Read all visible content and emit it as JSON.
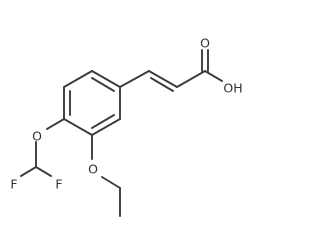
{
  "molecule": {
    "atom_labels": {
      "O_carbonyl": "O",
      "OH": "OH",
      "O_ether_top": "O",
      "F_left": "F",
      "F_right": "F",
      "O_ether_bottom": "O"
    },
    "colors": {
      "bond": "#3b3b3b",
      "label": "#333333",
      "background": "#ffffff"
    }
  }
}
